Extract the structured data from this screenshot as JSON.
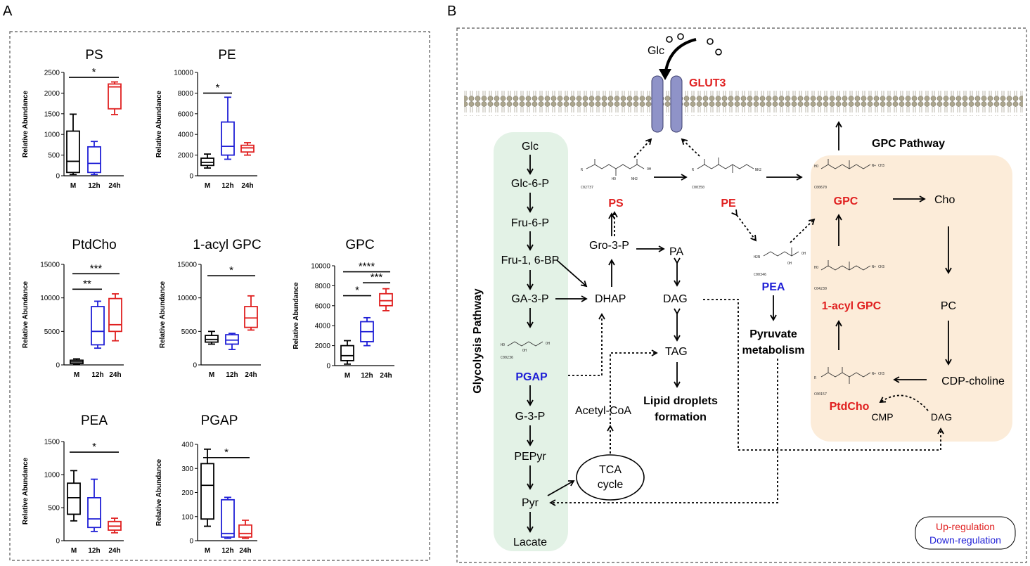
{
  "panel_a_label": "A",
  "panel_b_label": "B",
  "y_axis_label": "Relative Abundance",
  "chart_data": [
    {
      "type": "box",
      "title": "PS",
      "categories": [
        "M",
        "12h",
        "24h"
      ],
      "colors": [
        "#000000",
        "#1f1fd6",
        "#e02020"
      ],
      "ylim": [
        0,
        2500
      ],
      "yticks": [
        0,
        500,
        1000,
        1500,
        2000,
        2500
      ],
      "boxes": [
        {
          "min": 30,
          "q1": 80,
          "median": 350,
          "q3": 1080,
          "max": 1490
        },
        {
          "min": 30,
          "q1": 80,
          "median": 300,
          "q3": 700,
          "max": 830
        },
        {
          "min": 1480,
          "q1": 1620,
          "median": 2150,
          "q3": 2220,
          "max": 2270
        }
      ],
      "sig": [
        {
          "from": 0,
          "to": 2,
          "label": "*",
          "level": 2380
        }
      ]
    },
    {
      "type": "box",
      "title": "PE",
      "categories": [
        "M",
        "12h",
        "24h"
      ],
      "colors": [
        "#000000",
        "#1f1fd6",
        "#e02020"
      ],
      "ylim": [
        0,
        10000
      ],
      "yticks": [
        0,
        2000,
        4000,
        6000,
        8000,
        10000
      ],
      "boxes": [
        {
          "min": 750,
          "q1": 1000,
          "median": 1300,
          "q3": 1700,
          "max": 2100
        },
        {
          "min": 1600,
          "q1": 2000,
          "median": 2850,
          "q3": 5200,
          "max": 7600
        },
        {
          "min": 2000,
          "q1": 2300,
          "median": 2700,
          "q3": 2950,
          "max": 3200
        }
      ],
      "sig": [
        {
          "from": 0,
          "to": 1,
          "label": "*",
          "level": 8000
        }
      ]
    },
    {
      "type": "box",
      "title": "PtdCho",
      "categories": [
        "M",
        "12h",
        "24h"
      ],
      "colors": [
        "#000000",
        "#1f1fd6",
        "#e02020"
      ],
      "ylim": [
        0,
        15000
      ],
      "yticks": [
        0,
        5000,
        10000,
        15000
      ],
      "boxes": [
        {
          "min": 100,
          "q1": 200,
          "median": 450,
          "q3": 700,
          "max": 900
        },
        {
          "min": 2500,
          "q1": 3000,
          "median": 5000,
          "q3": 8700,
          "max": 9500
        },
        {
          "min": 3600,
          "q1": 5000,
          "median": 6000,
          "q3": 9900,
          "max": 10600
        }
      ],
      "sig": [
        {
          "from": 0,
          "to": 2,
          "label": "***",
          "level": 13600
        },
        {
          "from": 0,
          "to": 1,
          "label": "**",
          "level": 11300
        }
      ]
    },
    {
      "type": "box",
      "title": "1-acyl GPC",
      "categories": [
        "M",
        "12h",
        "24h"
      ],
      "colors": [
        "#000000",
        "#1f1fd6",
        "#e02020"
      ],
      "ylim": [
        0,
        15000
      ],
      "yticks": [
        0,
        5000,
        10000,
        15000
      ],
      "boxes": [
        {
          "min": 3100,
          "q1": 3400,
          "median": 3800,
          "q3": 4400,
          "max": 5000
        },
        {
          "min": 2300,
          "q1": 3100,
          "median": 3700,
          "q3": 4500,
          "max": 4700
        },
        {
          "min": 5200,
          "q1": 5600,
          "median": 7000,
          "q3": 8700,
          "max": 10300
        }
      ],
      "sig": [
        {
          "from": 0,
          "to": 2,
          "label": "*",
          "level": 13300
        }
      ]
    },
    {
      "type": "box",
      "title": "GPC",
      "categories": [
        "M",
        "12h",
        "24h"
      ],
      "colors": [
        "#000000",
        "#1f1fd6",
        "#e02020"
      ],
      "ylim": [
        0,
        10000
      ],
      "yticks": [
        0,
        2000,
        4000,
        6000,
        8000,
        10000
      ],
      "boxes": [
        {
          "min": 150,
          "q1": 500,
          "median": 1000,
          "q3": 2000,
          "max": 2500
        },
        {
          "min": 2000,
          "q1": 2400,
          "median": 3400,
          "q3": 4400,
          "max": 4800
        },
        {
          "min": 5500,
          "q1": 6000,
          "median": 6500,
          "q3": 7200,
          "max": 7700
        }
      ],
      "sig": [
        {
          "from": 0,
          "to": 2,
          "label": "****",
          "level": 9400
        },
        {
          "from": 1,
          "to": 2,
          "label": "***",
          "level": 8300
        },
        {
          "from": 0,
          "to": 1,
          "label": "*",
          "level": 7000
        }
      ]
    },
    {
      "type": "box",
      "title": "PEA",
      "categories": [
        "M",
        "12h",
        "24h"
      ],
      "colors": [
        "#000000",
        "#1f1fd6",
        "#e02020"
      ],
      "ylim": [
        0,
        1500
      ],
      "yticks": [
        0,
        500,
        1000,
        1500
      ],
      "boxes": [
        {
          "min": 300,
          "q1": 400,
          "median": 650,
          "q3": 870,
          "max": 1060
        },
        {
          "min": 140,
          "q1": 200,
          "median": 330,
          "q3": 650,
          "max": 930
        },
        {
          "min": 120,
          "q1": 160,
          "median": 220,
          "q3": 290,
          "max": 340
        }
      ],
      "sig": [
        {
          "from": 0,
          "to": 2,
          "label": "*",
          "level": 1340
        }
      ]
    },
    {
      "type": "box",
      "title": "PGAP",
      "categories": [
        "M",
        "12h",
        "24h"
      ],
      "colors": [
        "#000000",
        "#1f1fd6",
        "#e02020"
      ],
      "ylim": [
        0,
        400
      ],
      "yticks": [
        0,
        100,
        200,
        300,
        400
      ],
      "boxes": [
        {
          "min": 60,
          "q1": 90,
          "median": 230,
          "q3": 320,
          "max": 380
        },
        {
          "min": 10,
          "q1": 15,
          "median": 30,
          "q3": 170,
          "max": 180
        },
        {
          "min": 10,
          "q1": 15,
          "median": 30,
          "q3": 65,
          "max": 85
        }
      ],
      "sig": [
        {
          "from": 0,
          "to": 2,
          "label": "*",
          "level": 345
        }
      ]
    }
  ],
  "diagram": {
    "glc_top": "Glc",
    "glut3": "GLUT3",
    "gpc_pathway": "GPC Pathway",
    "glycolysis_pathway": "Glycolysis Pathway",
    "glycolysis": [
      "Glc",
      "Glc-6-P",
      "Fru-6-P",
      "Fru-1, 6-BP",
      "GA-3-P"
    ],
    "pgap": "PGAP",
    "lower_glycolysis": [
      "G-3-P",
      "PEPyr",
      "Pyr",
      "Lacate"
    ],
    "ps": "PS",
    "pe": "PE",
    "gpc": "GPC",
    "cho": "Cho",
    "gro3p": "Gro-3-P",
    "pa": "PA",
    "dhap": "DHAP",
    "dag": "DAG",
    "tag": "TAG",
    "lipid_droplets": [
      "Lipid droplets",
      "formation"
    ],
    "pea": "PEA",
    "pyruvate_metabolism": [
      "Pyruvate",
      "metabolism"
    ],
    "acyl_gpc": "1-acyl GPC",
    "pc": "PC",
    "cdp_choline": "CDP-choline",
    "ptdcho": "PtdCho",
    "cmp": "CMP",
    "dag2": "DAG",
    "acetyl_coa": "Acetyl-CoA",
    "tca": [
      "TCA",
      "cycle"
    ],
    "legend_up": "Up-regulation",
    "legend_down": "Down-regulation",
    "ids": {
      "ps": "C02737",
      "pe": "C00350",
      "gpc": "C00670",
      "pea": "C00346",
      "acyl": "C04230",
      "ptd": "C00157",
      "pgap": "C00236"
    }
  },
  "colors": {
    "up": "#e02020",
    "down": "#1f1fd6",
    "glycolysis_bg": "#e3f2e6",
    "gpc_bg": "#fcecd9",
    "membrane": "#a8a08a",
    "channel": "#8f93c8"
  }
}
